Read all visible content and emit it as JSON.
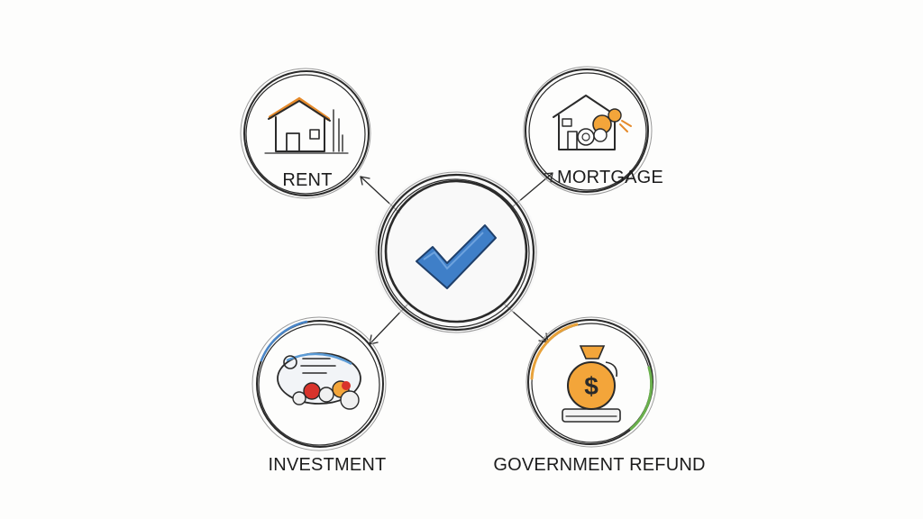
{
  "diagram": {
    "center": {
      "icon": "checkmark-icon",
      "accent": "#3f7fc8"
    },
    "nodes": [
      {
        "id": "rent",
        "label": "RENT",
        "icon": "house-icon",
        "accent": "#e58a2a"
      },
      {
        "id": "mortgage",
        "label": "MORTGAGE",
        "icon": "house-with-coins-icon",
        "accent": "#e58a2a"
      },
      {
        "id": "investment",
        "label": "INVESTMENT",
        "icon": "coins-document-icon",
        "accent": "#d8332b"
      },
      {
        "id": "government-refund",
        "label": "GOVERNMENT REFUND",
        "icon": "money-bag-icon",
        "accent": "#e8a23a"
      }
    ]
  }
}
